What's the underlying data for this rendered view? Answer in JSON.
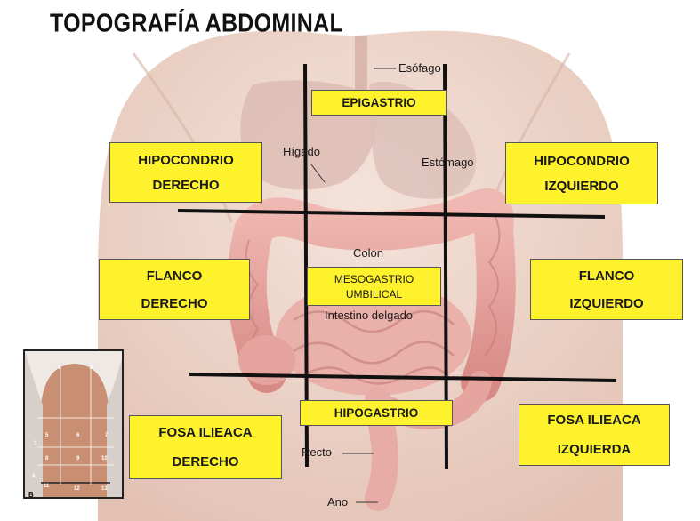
{
  "title": "TOPOGRAFÍA ABDOMINAL",
  "regions": {
    "hipocondrio_derecho": {
      "line1": "HIPOCONDRIO",
      "line2": "DERECHO"
    },
    "epigastrio": {
      "line1": "EPIGASTRIO"
    },
    "hipocondrio_izquierdo": {
      "line1": "HIPOCONDRIO",
      "line2": "IZQUIERDO"
    },
    "flanco_derecho": {
      "line1": "FLANCO",
      "line2": "DERECHO"
    },
    "mesogastrio": {
      "line1": "MESOGASTRIO",
      "line2": "UMBILICAL"
    },
    "flanco_izquierdo": {
      "line1": "FLANCO",
      "line2": "IZQUIERDO"
    },
    "fosa_ilieaca_derecho": {
      "line1": "FOSA ILIEACA",
      "line2": "DERECHO"
    },
    "hipogastrio": {
      "line1": "HIPOGASTRIO"
    },
    "fosa_ilieaca_izquierda": {
      "line1": "FOSA ILIEACA",
      "line2": "IZQUIERDA"
    }
  },
  "organs": {
    "esofago": "Esófago",
    "higado": "Hígado",
    "estomago": "Estómago",
    "colon": "Colon",
    "intestino": "Intestino delgado",
    "recto": "Recto",
    "ano": "Ano"
  },
  "inset": {
    "label": "B",
    "numbers": [
      "1",
      "2",
      "3",
      "4",
      "5",
      "6",
      "7",
      "8",
      "9",
      "10",
      "11",
      "12",
      "13"
    ]
  },
  "colors": {
    "box_fill": "#fdf22b",
    "grid_line": "#111111",
    "skin": "#efd8cc",
    "colon": "#e9a5a0"
  }
}
